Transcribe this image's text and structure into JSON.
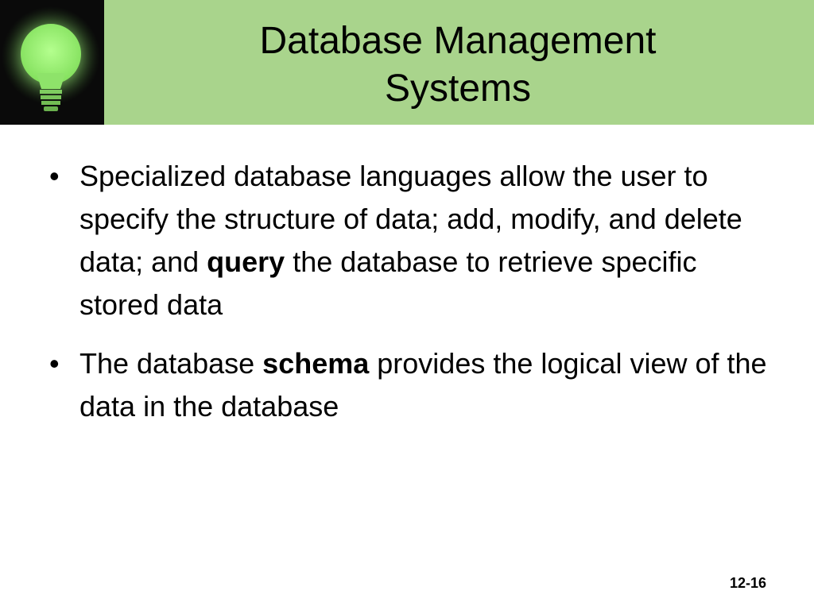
{
  "slide": {
    "title_line1": "Database Management",
    "title_line2": "Systems",
    "bullet_symbol": "•",
    "bullets": [
      {
        "text_before": "Specialized database languages allow the user to specify the structure of data; add, modify, and delete data; and ",
        "bold": "query",
        "text_after": " the database to retrieve specific stored data"
      },
      {
        "text_before": "The database ",
        "bold": "schema",
        "text_after": " provides the logical view of the data in the database"
      }
    ],
    "page_number": "12-16"
  },
  "colors": {
    "header_band": "#a9d48c",
    "logo_background": "#0a0a0a",
    "bulb_glow": "#9cf27a"
  },
  "icons": {
    "logo": "lightbulb-icon"
  }
}
